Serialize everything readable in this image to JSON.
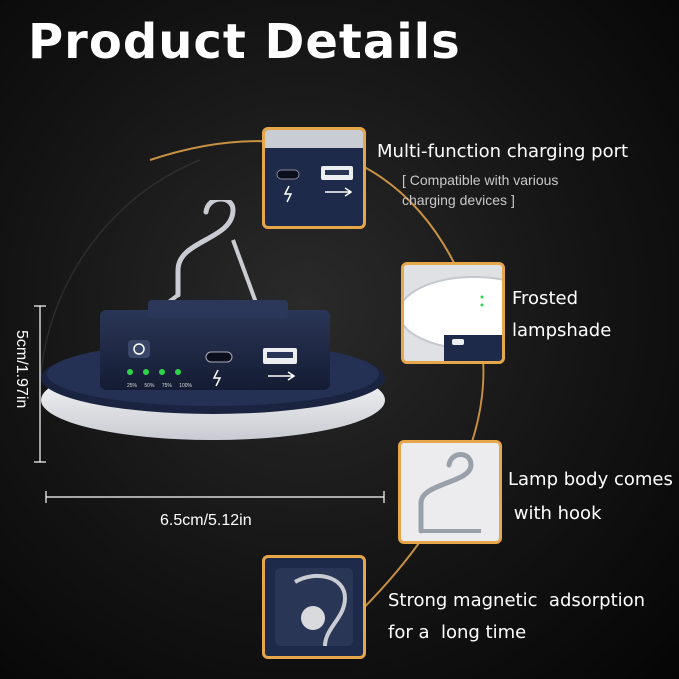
{
  "title": "Product Details",
  "colors": {
    "accent": "#e6a64a",
    "led_green": "#2fd44a",
    "body_navy": "#1e2a4a"
  },
  "features": {
    "port": {
      "title": "Multi-function  charging port",
      "sub1": "[ Compatible with various",
      "sub2": "charging devices ]"
    },
    "shade": {
      "line1": "Frosted",
      "line2": "lampshade"
    },
    "hook": {
      "line1": "Lamp body comes",
      "line2": " with hook"
    },
    "magnet": {
      "line1": "Strong magnetic  adsorption",
      "line2": "for a  long time"
    }
  },
  "dimensions": {
    "height": "5cm/1.97in",
    "width": "6.5cm/5.12in"
  },
  "battery_levels": [
    "25%",
    "50%",
    "75%",
    "100%"
  ],
  "icons": [
    "power-icon",
    "usb-c-port-icon",
    "lightning-icon",
    "usb-a-port-icon",
    "usb-symbol-icon",
    "hook-icon",
    "magnet-icon"
  ]
}
